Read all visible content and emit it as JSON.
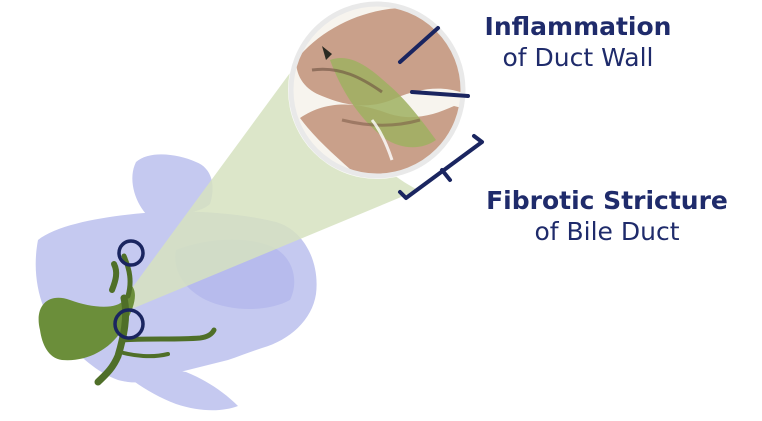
{
  "labels": {
    "inflammation": {
      "title": "Inflammation",
      "subtitle": "of Duct Wall"
    },
    "stricture": {
      "title": "Fibrotic Stricture",
      "subtitle": "of Bile Duct"
    }
  },
  "colors": {
    "text": "#1f2b6b",
    "leader_line": "#1a2560",
    "liver": "#c5c9f0",
    "liver_dark": "#b3b8ec",
    "gallbladder": "#6b8e3a",
    "gallbladder_dark": "#4f6f28",
    "beam": "#d6e2bf",
    "marker_ring": "#1a2560",
    "tissue_pink": "#c9a08a",
    "tissue_green": "#9fb060"
  }
}
